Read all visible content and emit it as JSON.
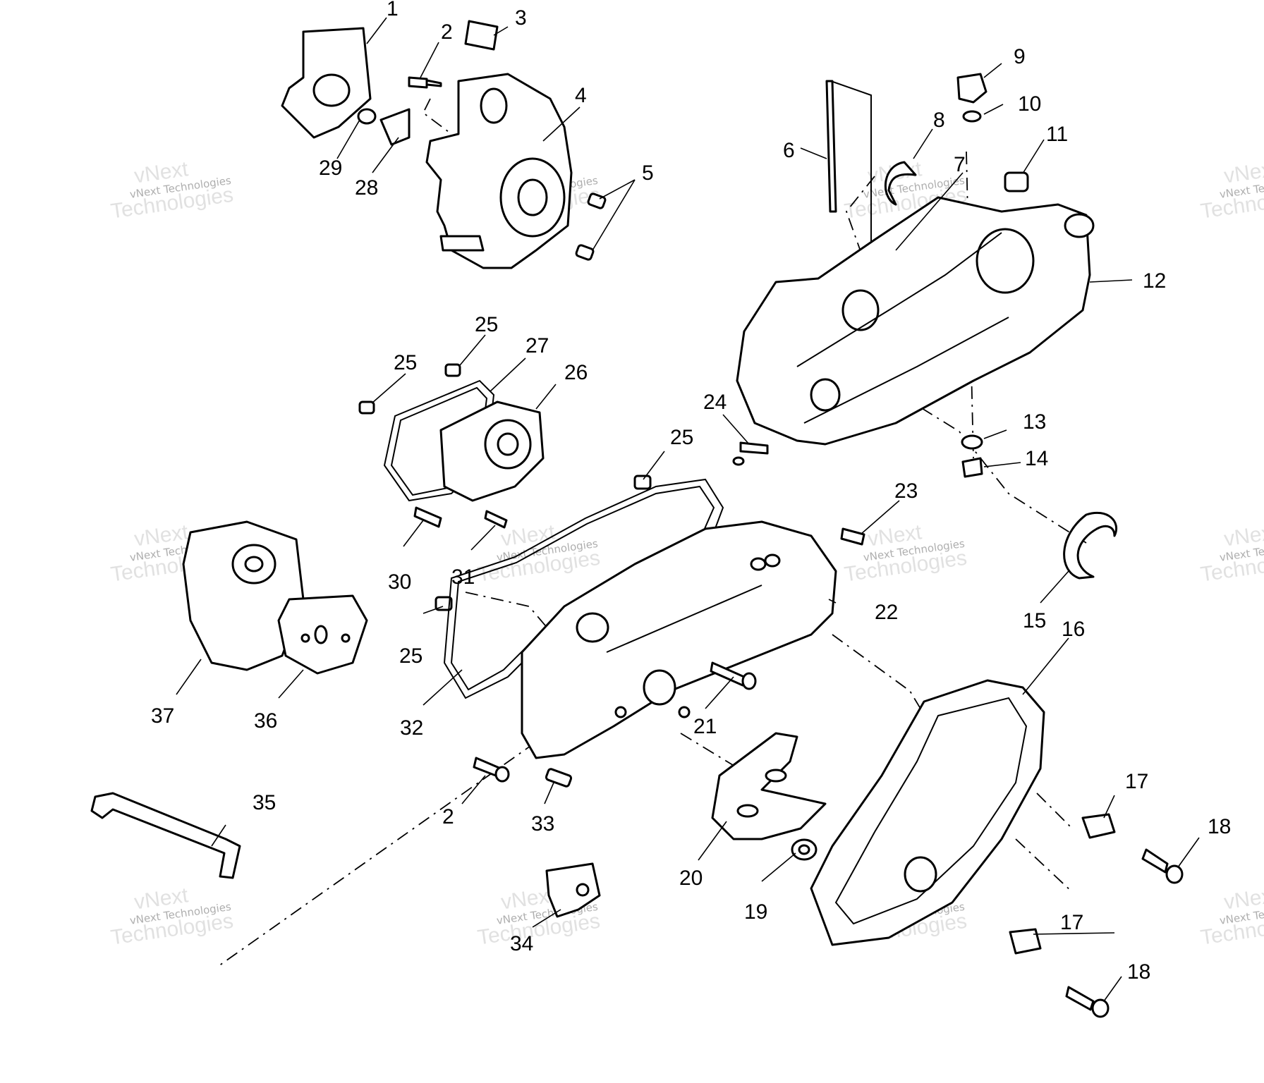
{
  "watermark": {
    "brand": "vNext",
    "text": "vNext Technologies",
    "big": "Technologies"
  },
  "callouts": {
    "c1": "1",
    "c2a": "2",
    "c2b": "2",
    "c3": "3",
    "c4": "4",
    "c5": "5",
    "c6": "6",
    "c7": "7",
    "c8": "8",
    "c9": "9",
    "c10": "10",
    "c11": "11",
    "c12": "12",
    "c13": "13",
    "c14": "14",
    "c15": "15",
    "c16": "16",
    "c17a": "17",
    "c17b": "17",
    "c18a": "18",
    "c18b": "18",
    "c19": "19",
    "c20": "20",
    "c21": "21",
    "c22": "22",
    "c23": "23",
    "c24": "24",
    "c25a": "25",
    "c25b": "25",
    "c25c": "25",
    "c25d": "25",
    "c26": "26",
    "c27": "27",
    "c28": "28",
    "c29": "29",
    "c30": "30",
    "c31": "31",
    "c32": "32",
    "c33": "33",
    "c34": "34",
    "c35": "35",
    "c36": "36",
    "c37": "37"
  }
}
